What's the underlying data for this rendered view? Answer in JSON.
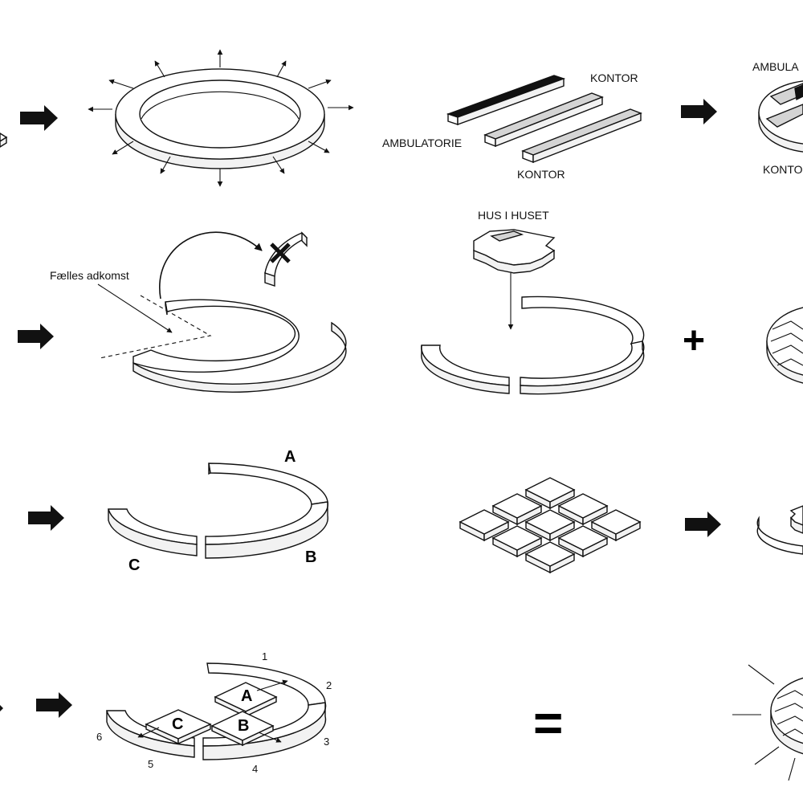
{
  "panels": {
    "program": {
      "label_kontor_top": "KONTOR",
      "label_ambulatorie": "AMBULATORIE",
      "label_kontor_bottom": "KONTOR"
    },
    "program_result": {
      "label_ambulatorie_cut": "AMBULA",
      "label_kontor_cut": "KONTO"
    },
    "access": {
      "label_faelles": "Fælles adkomst"
    },
    "hus": {
      "label_hus_i_huset": "HUS I HUSET",
      "plus_symbol": "+"
    },
    "segments": {
      "label_a": "A",
      "label_b": "B",
      "label_c": "C"
    },
    "final": {
      "box_a": "A",
      "box_b": "B",
      "box_c": "C",
      "numbers": [
        "1",
        "2",
        "3",
        "4",
        "5",
        "6"
      ],
      "equals_symbol": "="
    }
  },
  "colors": {
    "ink": "#111111",
    "grey_block": "#d4d4d4",
    "black_block": "#111111",
    "background": "#ffffff"
  }
}
